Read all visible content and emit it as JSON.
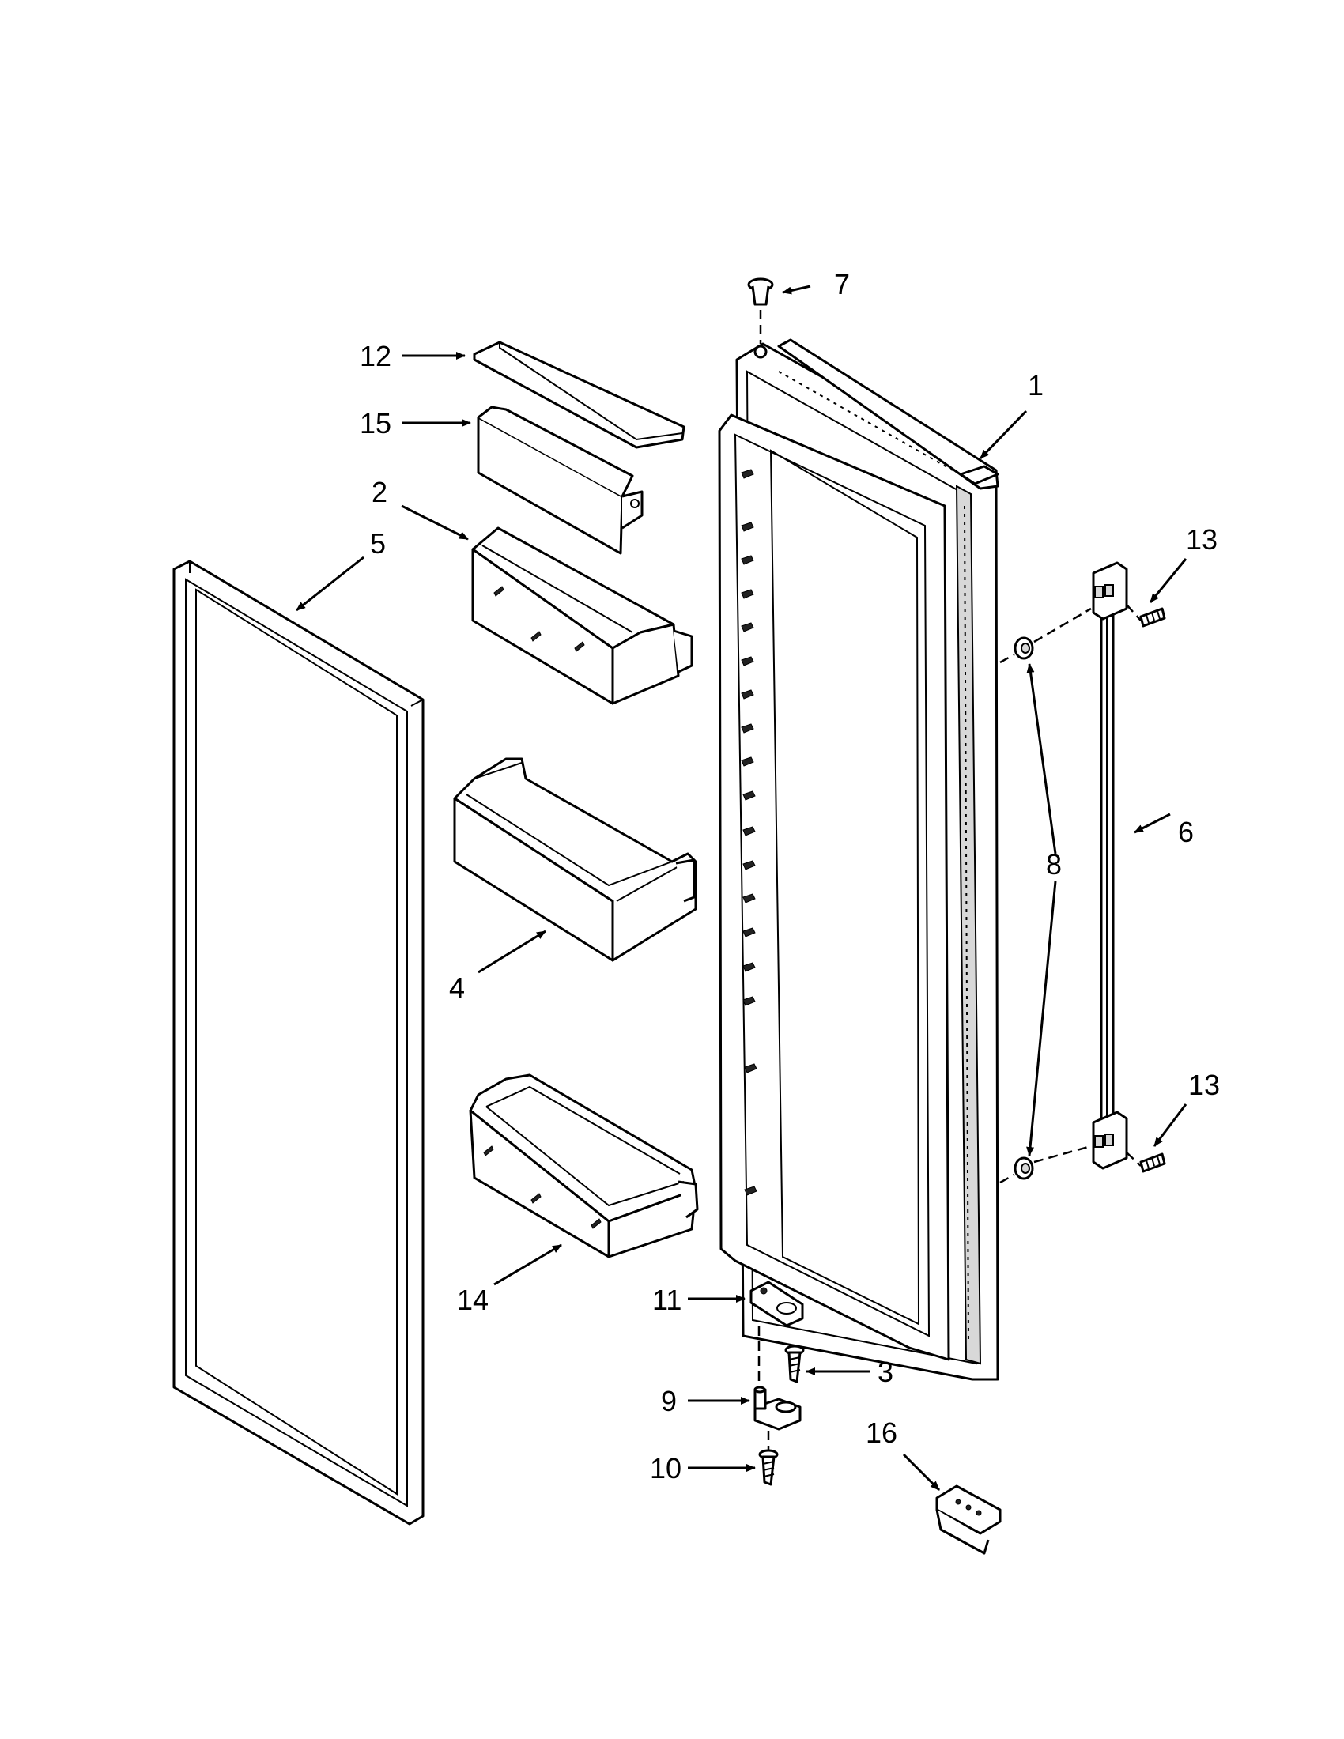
{
  "callouts": {
    "door": "1",
    "bin_2": "2",
    "screw_3": "3",
    "bin_4": "4",
    "gasket": "5",
    "handle": "6",
    "hinge_pin_top": "7",
    "spacers": "8",
    "hinge_bottom": "9",
    "screw_10": "10",
    "shim": "11",
    "cover_12": "12",
    "handle_screw_upper": "13",
    "handle_screw_lower": "13",
    "bin_14": "14",
    "cover_15": "15",
    "bracket_16": "16"
  }
}
